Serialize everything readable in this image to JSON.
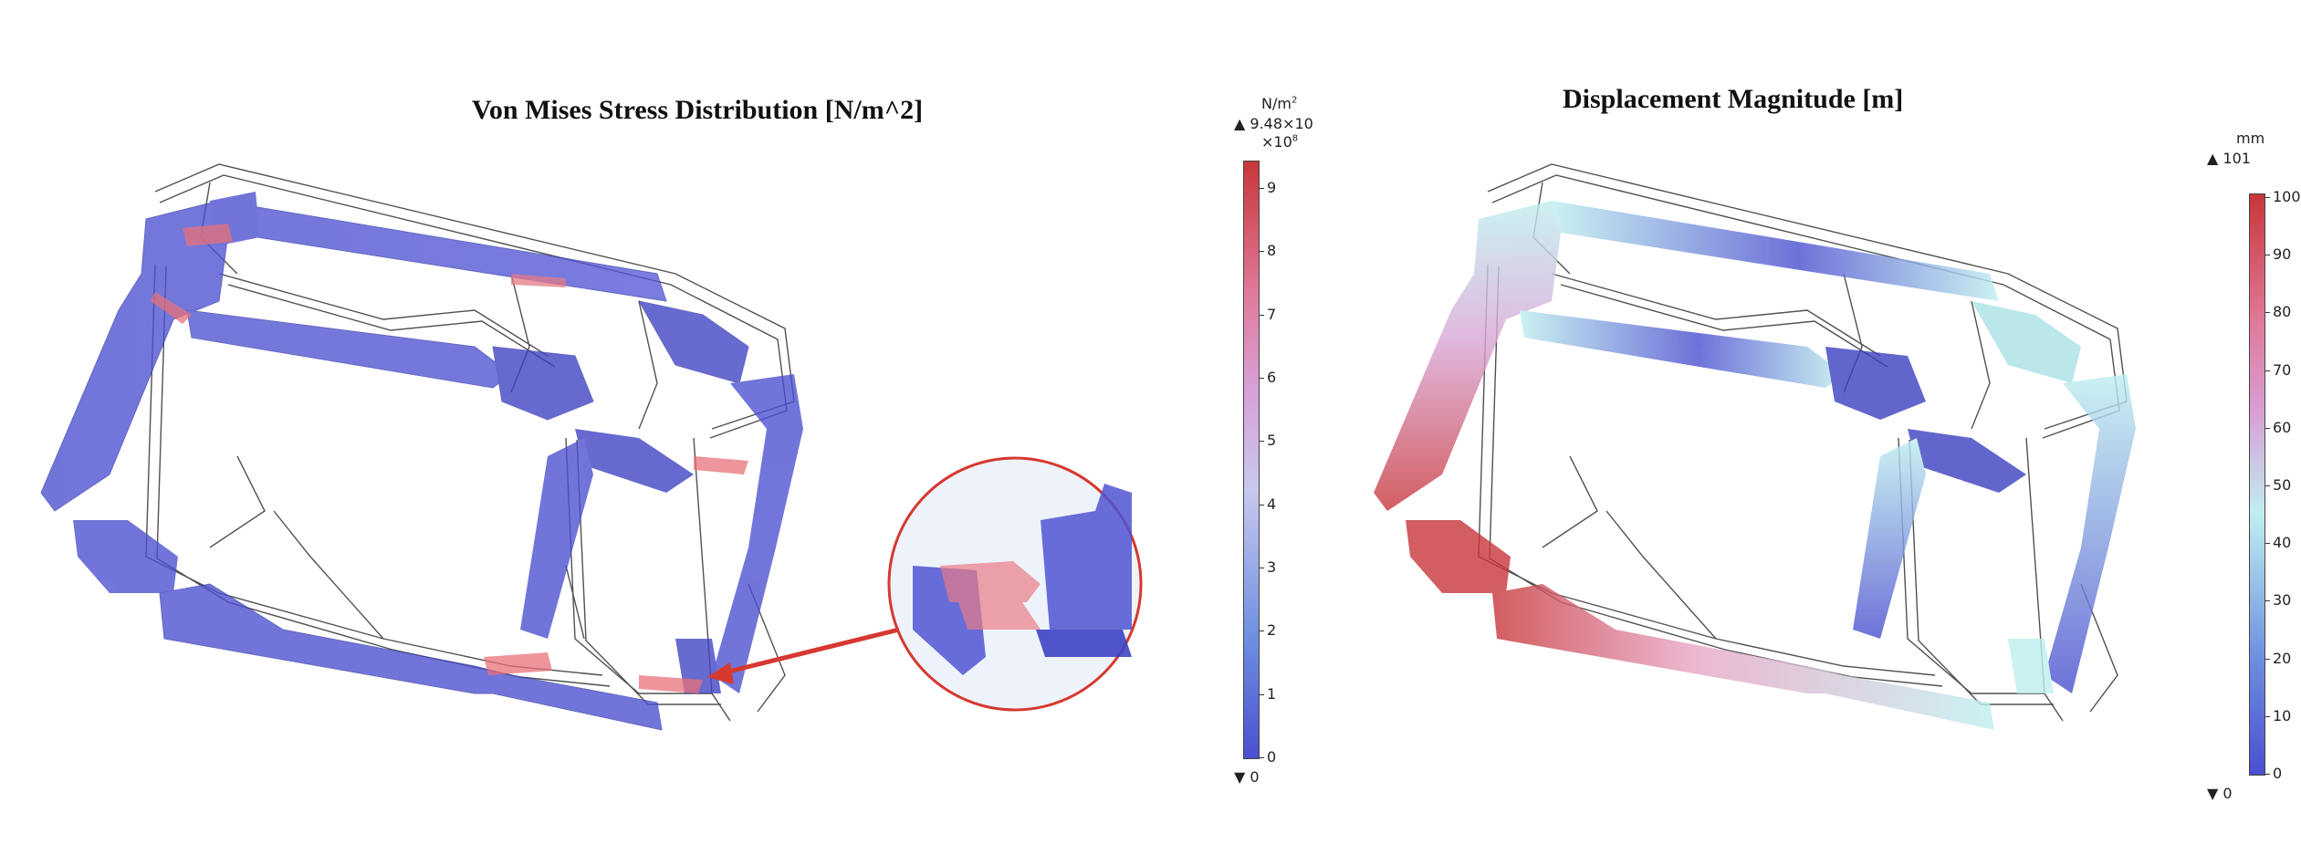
{
  "stress_panel": {
    "title": "Von Mises Stress Distribution [N/m^2]",
    "legend": {
      "unit_base": "N/m",
      "unit_exp": "2",
      "max_label": "9.48×10",
      "multiplier_base": "×10",
      "multiplier_exp": "8",
      "min_label": "0",
      "ticks": [
        "9",
        "8",
        "7",
        "6",
        "5",
        "4",
        "3",
        "2",
        "1",
        "0"
      ]
    },
    "colors": {
      "low": "#4a4fcf",
      "mid": "#c8c8f0",
      "high": "#c8363a"
    }
  },
  "displacement_panel": {
    "title": "Displacement Magnitude [m]",
    "legend": {
      "unit": "mm",
      "max_label": "101",
      "min_label": "0",
      "ticks": [
        "100",
        "90",
        "80",
        "70",
        "60",
        "50",
        "40",
        "30",
        "20",
        "10",
        "0"
      ]
    },
    "colors": {
      "low": "#4a4fcf",
      "mid": "#bfeff0",
      "high": "#c8363a"
    }
  },
  "icons": {
    "max_marker": "triangle-up-icon",
    "min_marker": "triangle-down-icon",
    "callout_arrow": "arrow-icon"
  }
}
